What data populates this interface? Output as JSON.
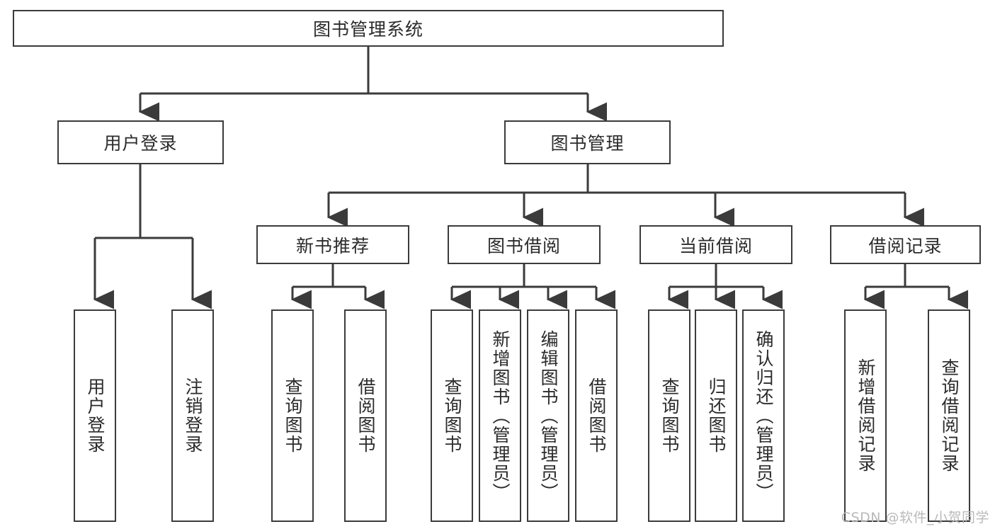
{
  "diagram": {
    "title": "图书管理系统",
    "type": "tree-hierarchy-chart",
    "stroke_color": "#3b3b3b",
    "text_color": "#2b2b2b",
    "background_color": "#ffffff",
    "watermark": "CSDN @软件_小贺同学",
    "levels": {
      "root": {
        "label": "图书管理系统"
      },
      "level2": [
        {
          "label": "用户登录"
        },
        {
          "label": "图书管理"
        }
      ],
      "level3": [
        {
          "label": "新书推荐"
        },
        {
          "label": "图书借阅"
        },
        {
          "label": "当前借阅"
        },
        {
          "label": "借阅记录"
        }
      ],
      "leaves": {
        "user_login": [
          {
            "label": "用户登录"
          },
          {
            "label": "注销登录"
          }
        ],
        "new_book_recommend": [
          {
            "label": "查询图书"
          },
          {
            "label": "借阅图书"
          }
        ],
        "book_borrow": [
          {
            "label": "查询图书"
          },
          {
            "label": "新增图书（管理员）"
          },
          {
            "label": "编辑图书（管理员）"
          },
          {
            "label": "借阅图书"
          }
        ],
        "current_borrow": [
          {
            "label": "查询图书"
          },
          {
            "label": "归还图书"
          },
          {
            "label": "确认归还（管理员）"
          }
        ],
        "borrow_record": [
          {
            "label": "新增借阅记录"
          },
          {
            "label": "查询借阅记录"
          }
        ]
      }
    }
  }
}
